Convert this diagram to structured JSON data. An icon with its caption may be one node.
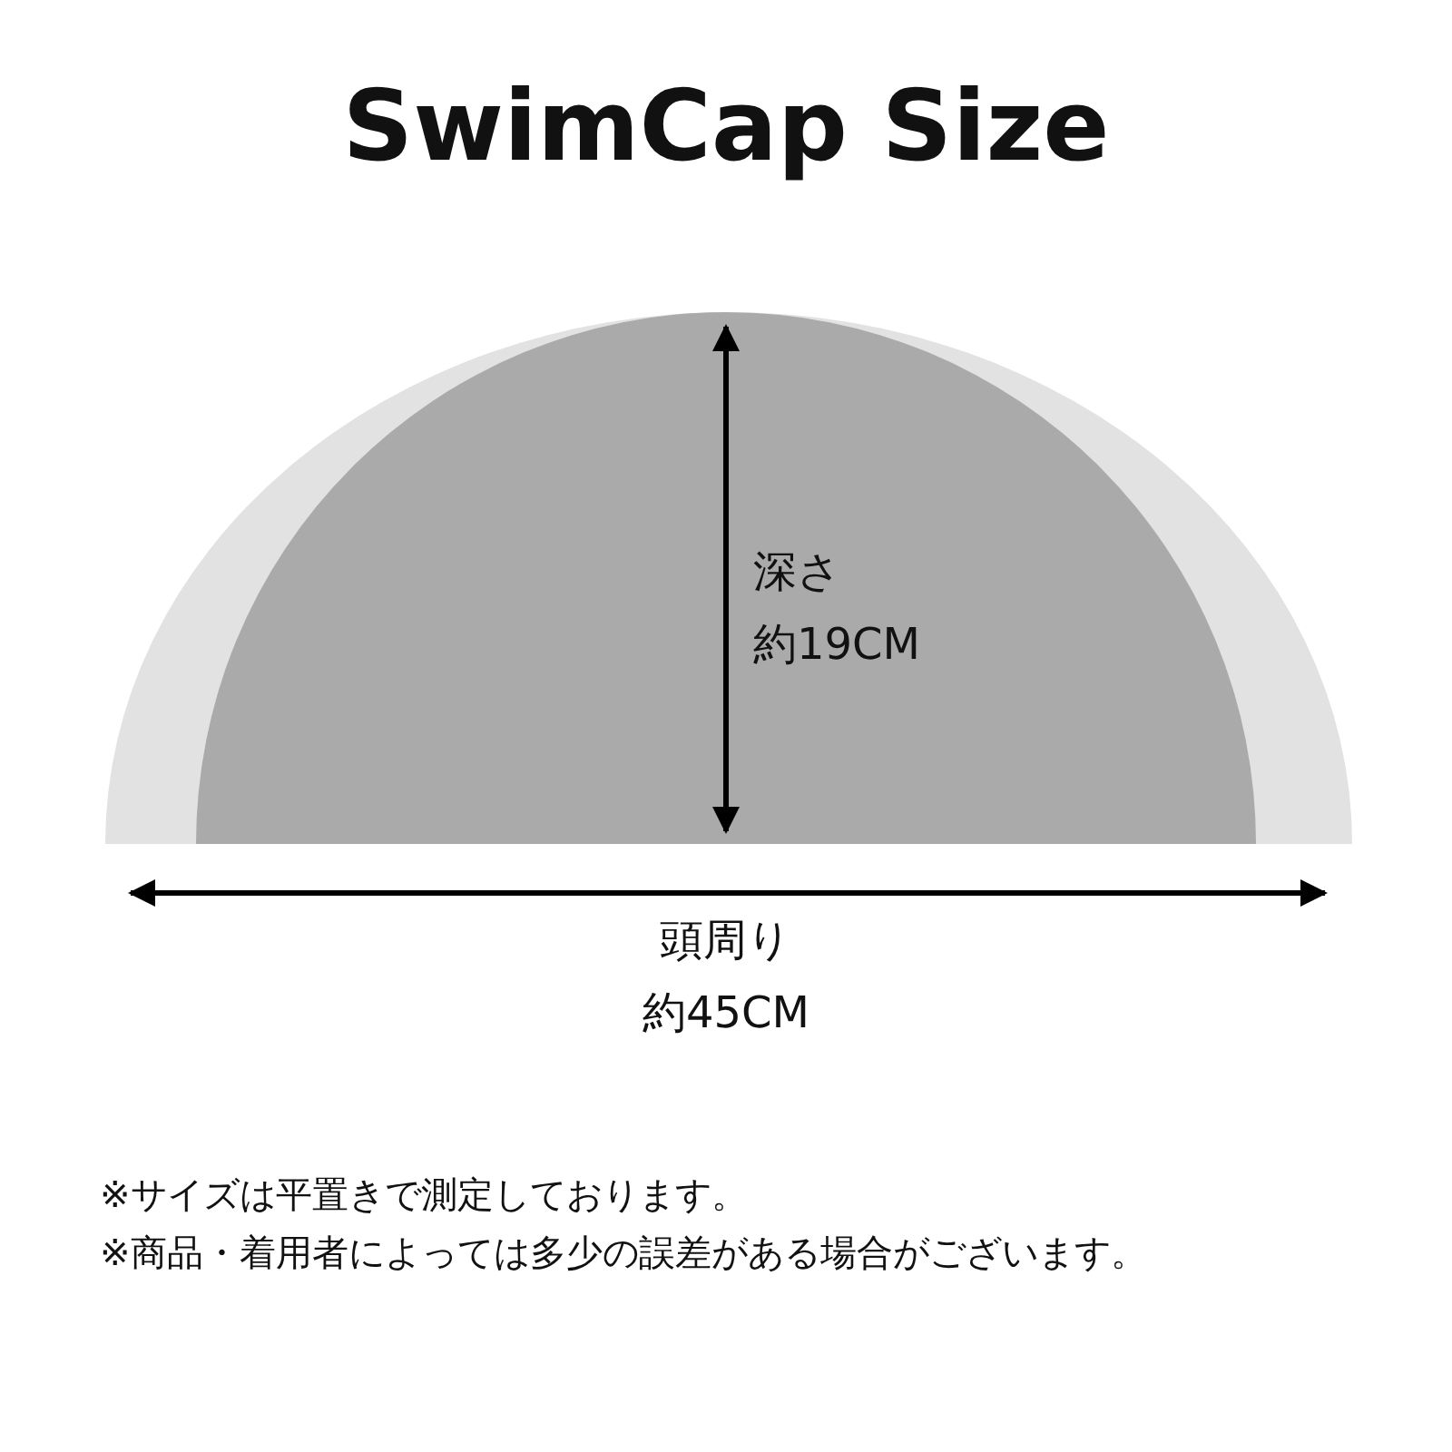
{
  "diagram": {
    "title": "SwimCap Size",
    "labels": [
      "深さ",
      "約19CM",
      "頭周り",
      "約45CM",
      "※サイズは平置きで測定しております。",
      "※商品・着用者によっては多少の誤差がある場合がございます。"
    ]
  }
}
